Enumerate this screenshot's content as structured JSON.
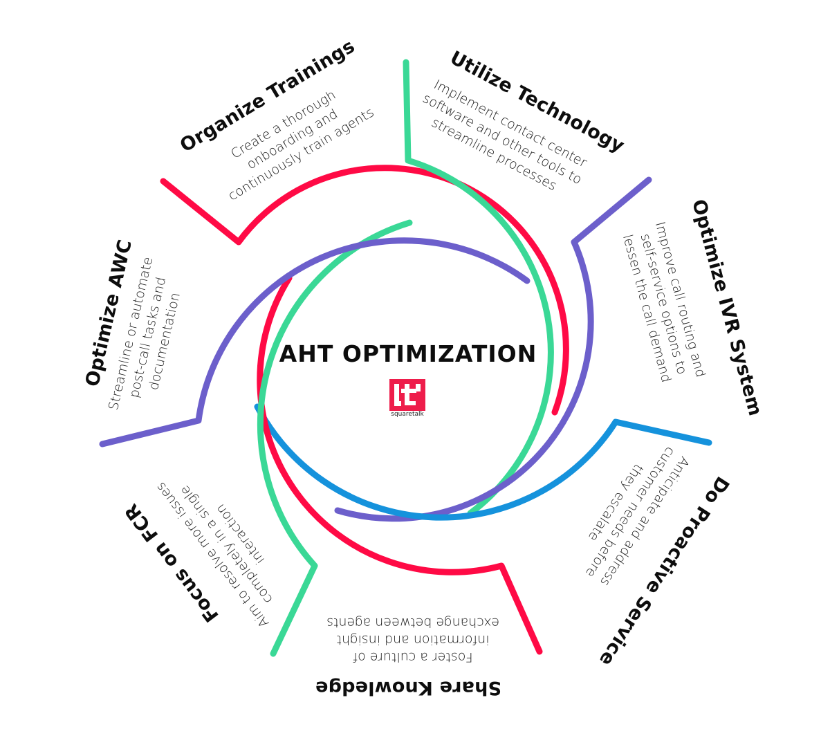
{
  "title": "AHT OPTIMIZATION",
  "logo": {
    "text": "squaretalk",
    "icon": "squaretalk-logo-icon",
    "color": "#ee1d4b"
  },
  "colors": {
    "red": "#ff0a45",
    "purple": "#6c5fcb",
    "green": "#3ad896",
    "blue": "#1592dc"
  },
  "sections": [
    {
      "id": "organize-trainings",
      "title": "Organize Trainings",
      "lines": [
        "Create a thorough",
        "onboarding and",
        "continuously train agents"
      ]
    },
    {
      "id": "utilize-technology",
      "title": "Utilize Technology",
      "lines": [
        "Implement contact center",
        "software and other tools to",
        "streamline processes"
      ]
    },
    {
      "id": "optimize-ivr-system",
      "title": "Optimize IVR System",
      "lines": [
        "Improve call routing and",
        "self-service options to",
        "lessen the call demand"
      ]
    },
    {
      "id": "do-proactive-service",
      "title": "Do Proactive Service",
      "lines": [
        "Anticipate and address",
        "customer needs before",
        "they escalate"
      ]
    },
    {
      "id": "share-knowledge",
      "title": "Share Knowledge",
      "lines": [
        "Foster a culture of",
        "information and insight",
        "exchange between agents"
      ]
    },
    {
      "id": "focus-on-fcr",
      "title": "Focus on FCR",
      "lines": [
        "Aim to resolve more issues",
        "completely in a single",
        "interaction"
      ]
    },
    {
      "id": "optimize-awc",
      "title": "Optimize AWC",
      "lines": [
        "Streamline or automate",
        "post-call tasks and",
        "documentation"
      ]
    }
  ]
}
